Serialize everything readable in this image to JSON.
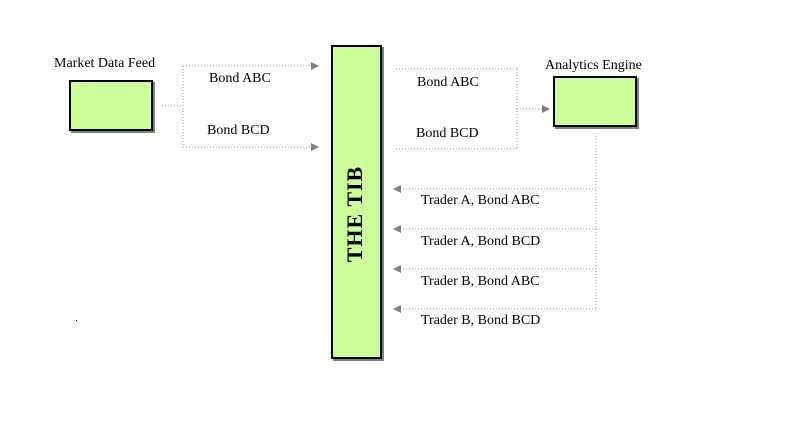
{
  "nodes": {
    "market_data_feed": "Market Data Feed",
    "analytics_engine": "Analytics Engine",
    "tib": "THE TIB"
  },
  "feed_to_tib": [
    "Bond ABC",
    "Bond BCD"
  ],
  "tib_to_analytics": [
    "Bond ABC",
    "Bond BCD"
  ],
  "analytics_to_tib": [
    "Trader A, Bond ABC",
    "Trader A, Bond BCD",
    "Trader B, Bond ABC",
    "Trader B, Bond BCD"
  ],
  "colors": {
    "box_fill": "#ccff99",
    "line": "#999999"
  }
}
